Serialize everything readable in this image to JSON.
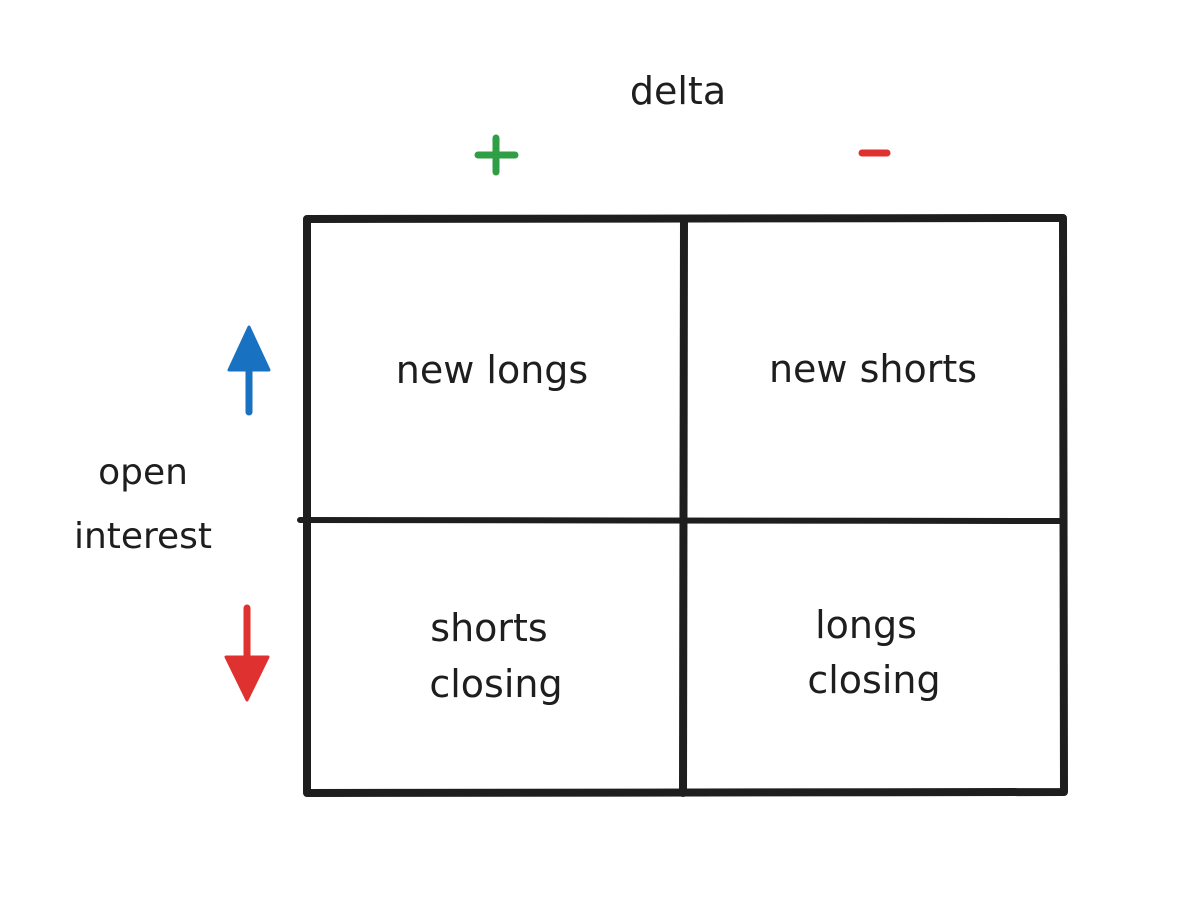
{
  "diagram": {
    "column_axis": {
      "title": "delta",
      "plus_symbol": "+",
      "minus_symbol": "-"
    },
    "row_axis": {
      "title_line1": "open",
      "title_line2": "interest",
      "up_arrow_icon": "arrow-up-icon",
      "down_arrow_icon": "arrow-down-icon"
    },
    "cells": {
      "top_left": {
        "line1": "new longs"
      },
      "top_right": {
        "line1": "new shorts"
      },
      "bottom_left": {
        "line1": "shorts",
        "line2": "closing"
      },
      "bottom_right": {
        "line1": "longs",
        "line2": "closing"
      }
    },
    "colors": {
      "ink": "#1e1e1e",
      "plus": "#2f9e44",
      "minus": "#e03131",
      "up_arrow": "#1971c2",
      "down_arrow": "#e03131"
    }
  }
}
